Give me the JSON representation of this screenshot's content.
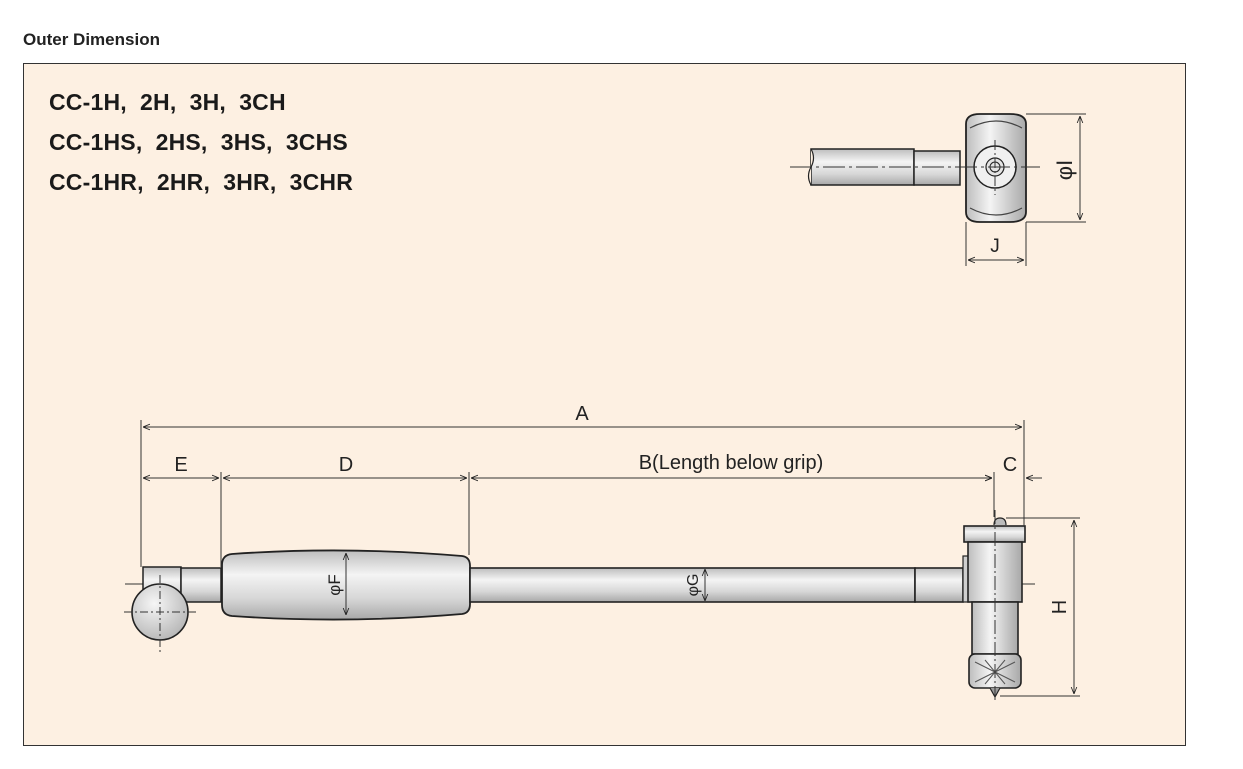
{
  "section_title": "Outer Dimension",
  "models": [
    "CC-1H,  2H,  3H,  3CH",
    "CC-1HS,  2HS,  3HS,  3CHS",
    "CC-1HR,  2HR,  3HR,  3CHR"
  ],
  "dimensions": {
    "A": "A",
    "B": "B(Length below grip)",
    "C": "C",
    "D": "D",
    "E": "E",
    "F": "φF",
    "G": "φG",
    "H": "H",
    "I": "φI",
    "J": "J"
  },
  "colors": {
    "panel_bg": "#fdf0e2",
    "part_fill": "#e8e8e8",
    "outline": "#222222"
  }
}
